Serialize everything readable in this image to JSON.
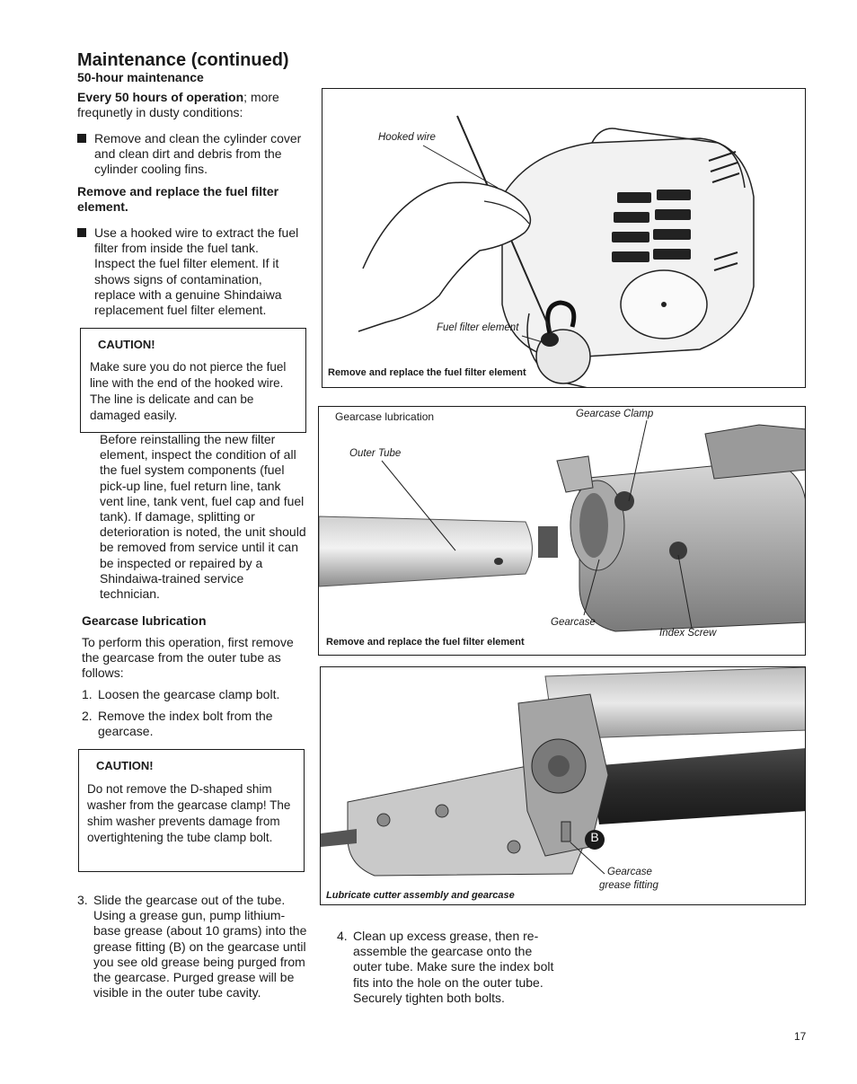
{
  "header": {
    "title_main": "Maintenance",
    "title_cont": "(continued)",
    "subtitle": "50-hour maintenance"
  },
  "left": {
    "intro_bold": "Every 50 hours of operation",
    "intro_rest": "; more frequnetly in dusty conditions:",
    "bullet1": "Remove and clean the cylinder cover and clean dirt and debris from the cylinder cooling fins.",
    "fuel_heading": "Remove and replace the fuel filter element.",
    "bullet2": "Use a hooked wire to extract the fuel filter from inside the fuel tank. Inspect the fuel filter element. If it shows signs of contamination, replace with a genuine Shindaiwa replacement fuel filter element.",
    "caution1_title": "CAUTION!",
    "caution1_body": "Make sure you do not pierce the fuel line with the end of the hooked wire. The line is delicate and can be damaged easily.",
    "reinstall": "Before reinstalling the new filter element, inspect the condition of all the fuel system components (fuel pick-up line, fuel return line, tank vent line, tank vent, fuel cap and fuel tank). If damage, splitting or deterioration is noted, the unit should be removed from service until it can be inspected or repaired by a Shindaiwa-trained service technician.",
    "gear_heading": "Gearcase lubrication",
    "gear_intro": "To perform this operation, first remove the gearcase from the outer tube as follows:",
    "step1_num": "1.",
    "step1": "Loosen the gearcase clamp bolt.",
    "step2_num": "2.",
    "step2": "Remove the index bolt from the gearcase.",
    "caution2_title": "CAUTION!",
    "caution2_body": "Do not remove the D-shaped shim washer from the gearcase clamp! The shim washer prevents damage from overtightening the tube clamp bolt.",
    "step3_num": "3.",
    "step3": "Slide the gearcase out of the tube. Using a grease gun, pump lithium-base grease (about 10 grams) into the grease fitting (B) on the gearcase until you see old grease being purged from the gearcase. Purged grease will be visible in the outer tube cavity."
  },
  "right": {
    "step4_num": "4.",
    "step4": "Clean up excess grease, then re-assemble the gearcase onto the outer tube. Make sure the index bolt fits into the hole on the outer tube. Securely tighten both bolts."
  },
  "figure1": {
    "label_wire": "Hooked wire",
    "label_filter": "Fuel filter element",
    "caption": "Remove and replace the fuel filter element"
  },
  "figure2": {
    "title": "Gearcase lubrication",
    "label_clamp": "Gearcase Clamp",
    "label_tube": "Outer Tube",
    "label_gearcase": "Gearcase",
    "label_index": "Index Screw",
    "caption": "Remove and replace the fuel filter element"
  },
  "figure3": {
    "label_b": "B",
    "label_fitting_1": "Gearcase",
    "label_fitting_2": "grease fitting",
    "caption": "Lubricate cutter assembly and gearcase"
  },
  "footer": {
    "page_number": "17"
  }
}
